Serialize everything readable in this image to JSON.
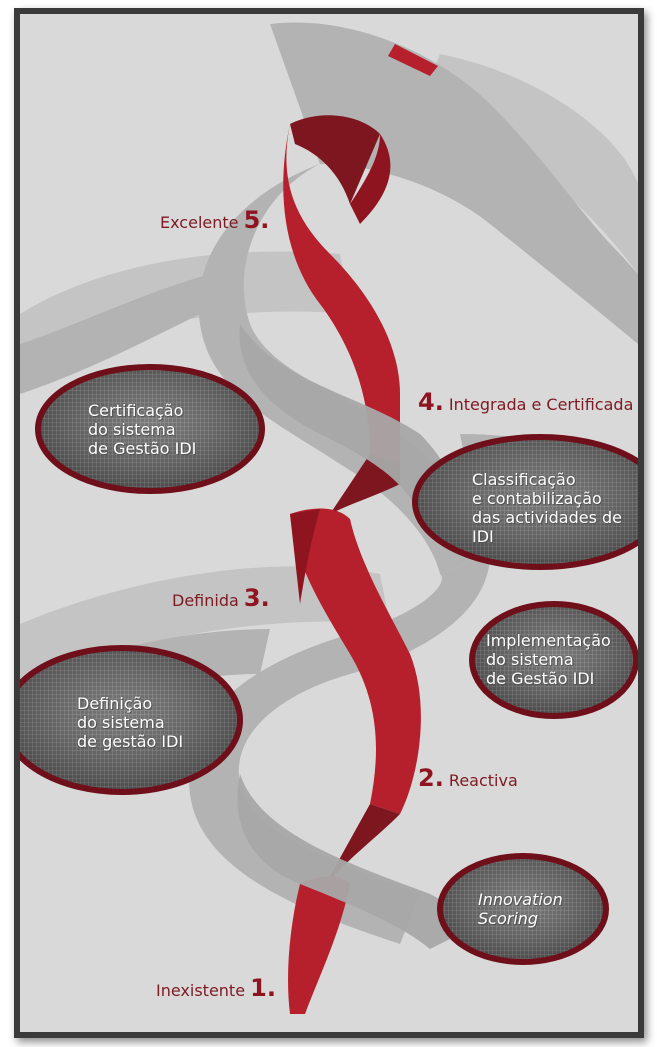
{
  "levels": [
    {
      "number": "5.",
      "name": "Excelente"
    },
    {
      "number": "4.",
      "name": "Integrada e Certificada"
    },
    {
      "number": "3.",
      "name": "Definida"
    },
    {
      "number": "2.",
      "name": "Reactiva"
    },
    {
      "number": "1.",
      "name": "Inexistente"
    }
  ],
  "milestones": [
    {
      "lines": [
        "Certificação",
        "do sistema",
        "de Gestão IDI"
      ]
    },
    {
      "lines": [
        "Classificação",
        "e contabilização",
        "das actividades de IDI"
      ]
    },
    {
      "lines": [
        "Implementação",
        "do sistema",
        "de Gestão IDI"
      ]
    },
    {
      "lines": [
        "Definição",
        "do sistema",
        "de gestão IDI"
      ]
    },
    {
      "lines": [
        "Innovation",
        "Scoring"
      ]
    }
  ],
  "colors": {
    "ribbon_red": "#b5202c",
    "ribbon_dark_red": "#7e1620",
    "ribbon_grey": "#b3b3b3",
    "bubble_border": "#6e0f19",
    "background": "#d9d9d9",
    "label_red": "#7d1a22"
  }
}
